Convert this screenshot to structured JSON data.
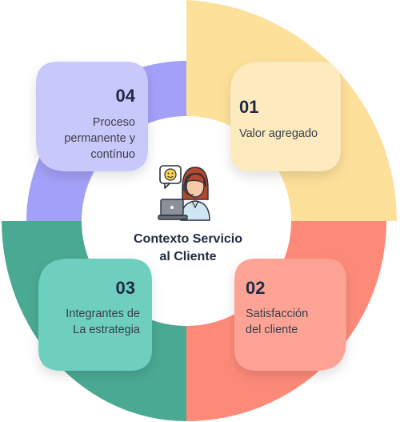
{
  "center": {
    "title_line1": "Contexto Servicio",
    "title_line2": "al Cliente",
    "icon": "customer-service-agent-icon"
  },
  "segments": [
    {
      "id": "01",
      "number": "01",
      "lines": [
        "Valor agregado"
      ],
      "outer_color": "#fde09a",
      "card_color": "#fdeabf"
    },
    {
      "id": "02",
      "number": "02",
      "lines": [
        "Satisfacción",
        "del cliente"
      ],
      "outer_color": "#fd8a78",
      "card_color": "#fca396"
    },
    {
      "id": "03",
      "number": "03",
      "lines": [
        "Integrantes de",
        "La estrategia"
      ],
      "outer_color": "#4aa993",
      "card_color": "#6ecfbf"
    },
    {
      "id": "04",
      "number": "04",
      "lines": [
        "Proceso",
        "permanente y",
        "contínuo"
      ],
      "outer_color": "#a3a0f7",
      "card_color": "#c9c8fb"
    }
  ]
}
